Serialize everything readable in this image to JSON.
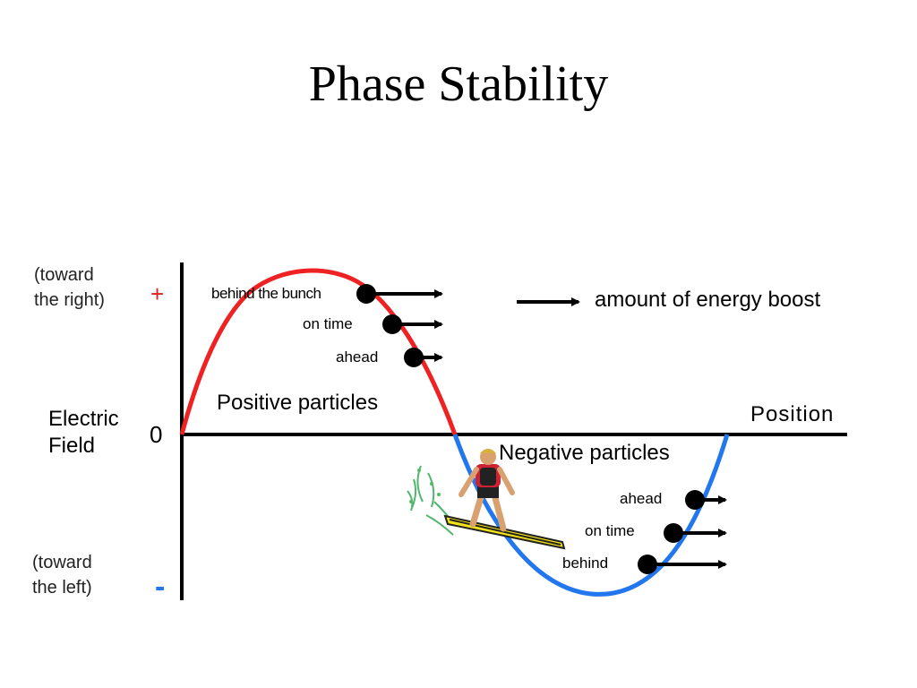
{
  "title": "Phase Stability",
  "axis": {
    "y_label_line1": "Electric",
    "y_label_line2": "Field",
    "zero": "0",
    "plus": "+",
    "minus": "-",
    "x_label": "Position",
    "top_note_line1": "(toward",
    "top_note_line2": "the right)",
    "bottom_note_line1": "(toward",
    "bottom_note_line2": "the left)"
  },
  "legend": {
    "text": "amount of energy boost"
  },
  "positive": {
    "heading": "Positive particles",
    "items": [
      "behind the bunch",
      "on time",
      "ahead"
    ]
  },
  "negative": {
    "heading": "Negative particles",
    "items": [
      "ahead",
      "on time",
      "behind"
    ]
  },
  "colors": {
    "positive_wave": "#ee2222",
    "negative_wave": "#2277ee",
    "plus_sign": "#dd2222",
    "minus_sign": "#2277ee",
    "ink": "#000000"
  }
}
